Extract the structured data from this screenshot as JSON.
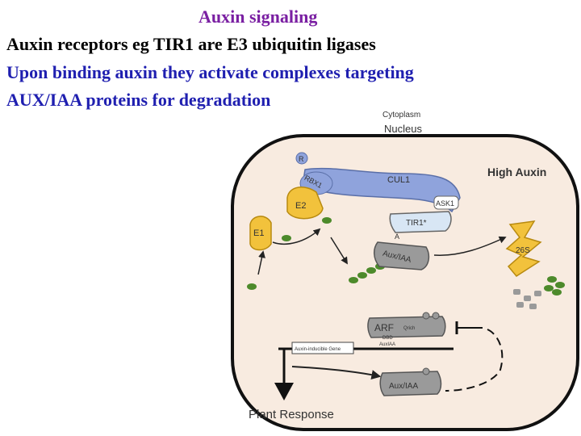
{
  "slide": {
    "title": "Auxin signaling",
    "lines": [
      "Auxin receptors eg TIR1 are E3 ubiquitin ligases",
      "Upon binding auxin they activate complexes targeting",
      "AUX/IAA proteins for degradation"
    ]
  },
  "figure": {
    "compartments": {
      "cytoplasm": "Cytoplasm",
      "nucleus": "Nucleus"
    },
    "condition": "High Auxin",
    "proteins": {
      "r": "R",
      "rbx1": "RBX1",
      "cul1": "CUL1",
      "e2": "E2",
      "ask1": "ASK1",
      "tir1": "TIR1*",
      "auxin": "A",
      "e1": "E1",
      "aux_iaa": "Aux/IAA",
      "proteasome": "26S",
      "arf": "ARF",
      "arf_qrich": "Qrich",
      "arf_dbd": "DBD",
      "arf_aux_iaa": "AuxIAA",
      "aux_iaa_2": "Aux/IAA"
    },
    "gene": "Auxin-inducible Gene",
    "output": "Plant Response",
    "colors": {
      "nucleus_fill": "#f8ebe0",
      "cul1": "#8fa3dc",
      "e2": "#f2c23c",
      "ubiquitin": "#4d8a2b",
      "aux_iaa": "#9a9a9a",
      "tir1": "#d8e6f4"
    }
  }
}
